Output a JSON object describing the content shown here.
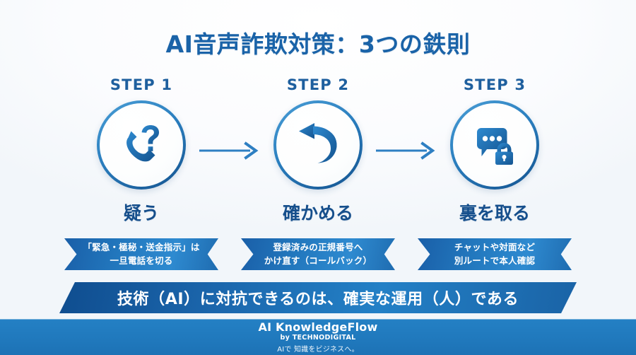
{
  "title": "AI音声詐欺対策：3つの鉄則",
  "steps": [
    {
      "label": "STEP 1",
      "icon": "phone-question-icon",
      "heading": "疑う",
      "ribbon_line1": "「緊急・極秘・送金指示」は",
      "ribbon_line2": "一旦電話を切る"
    },
    {
      "label": "STEP 2",
      "icon": "callback-arrow-icon",
      "heading": "確かめる",
      "ribbon_line1": "登録済みの正規番号へ",
      "ribbon_line2": "かけ直す（コールバック）"
    },
    {
      "label": "STEP 3",
      "icon": "chat-lock-icon",
      "heading": "裏を取る",
      "ribbon_line1": "チャットや対面など",
      "ribbon_line2": "別ルートで本人確認"
    }
  ],
  "arrows": [
    {
      "name": "arrow-step1-to-step2"
    },
    {
      "name": "arrow-step2-to-step3"
    }
  ],
  "conclusion": "技術（AI）に対抗できるのは、確実な運用（人）である",
  "footer": {
    "brand": "AI KnowledgeFlow",
    "by": "by TECHNODIGITAL",
    "tagline": "AIで 知識をビジネスへ。"
  },
  "colors": {
    "title_blue": "#1a63a8",
    "heading_blue": "#164f8c",
    "step_label_blue": "#1e5f9e",
    "ribbon_blue": "#2277bd",
    "conclusion_blue": "#1b66ac",
    "footer_blue": "#2079bd",
    "icon_blue": "#1d72b5",
    "background": "#f6f9fc"
  }
}
